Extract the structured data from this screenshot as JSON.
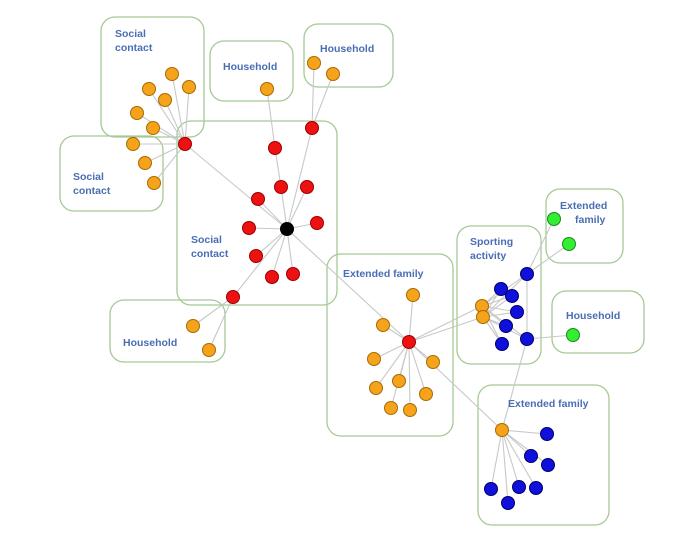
{
  "colors": {
    "orange": "#f5a31a",
    "red": "#ee1111",
    "black": "#000000",
    "blue": "#1010dd",
    "green": "#33ee33",
    "box_stroke": "#a5c995",
    "label": "#4a6db3",
    "edge": "#c8c8c8"
  },
  "groups": [
    {
      "id": "social-contact-top",
      "lines": [
        "Social",
        "contact"
      ]
    },
    {
      "id": "household-mid",
      "lines": [
        "Household"
      ]
    },
    {
      "id": "household-top-right",
      "lines": [
        "Household"
      ]
    },
    {
      "id": "social-contact-left",
      "lines": [
        "Social",
        "contact"
      ]
    },
    {
      "id": "social-contact-center",
      "lines": [
        "Social",
        "contact"
      ]
    },
    {
      "id": "household-bottom-left",
      "lines": [
        "Household"
      ]
    },
    {
      "id": "extended-family-mid",
      "lines": [
        "Extended family"
      ]
    },
    {
      "id": "sporting-activity",
      "lines": [
        "Sporting",
        "activity"
      ]
    },
    {
      "id": "extended-family-green",
      "lines": [
        "Extended",
        "family"
      ]
    },
    {
      "id": "household-right",
      "lines": [
        "Household"
      ]
    },
    {
      "id": "extended-family-bottom",
      "lines": [
        "Extended family"
      ]
    }
  ]
}
